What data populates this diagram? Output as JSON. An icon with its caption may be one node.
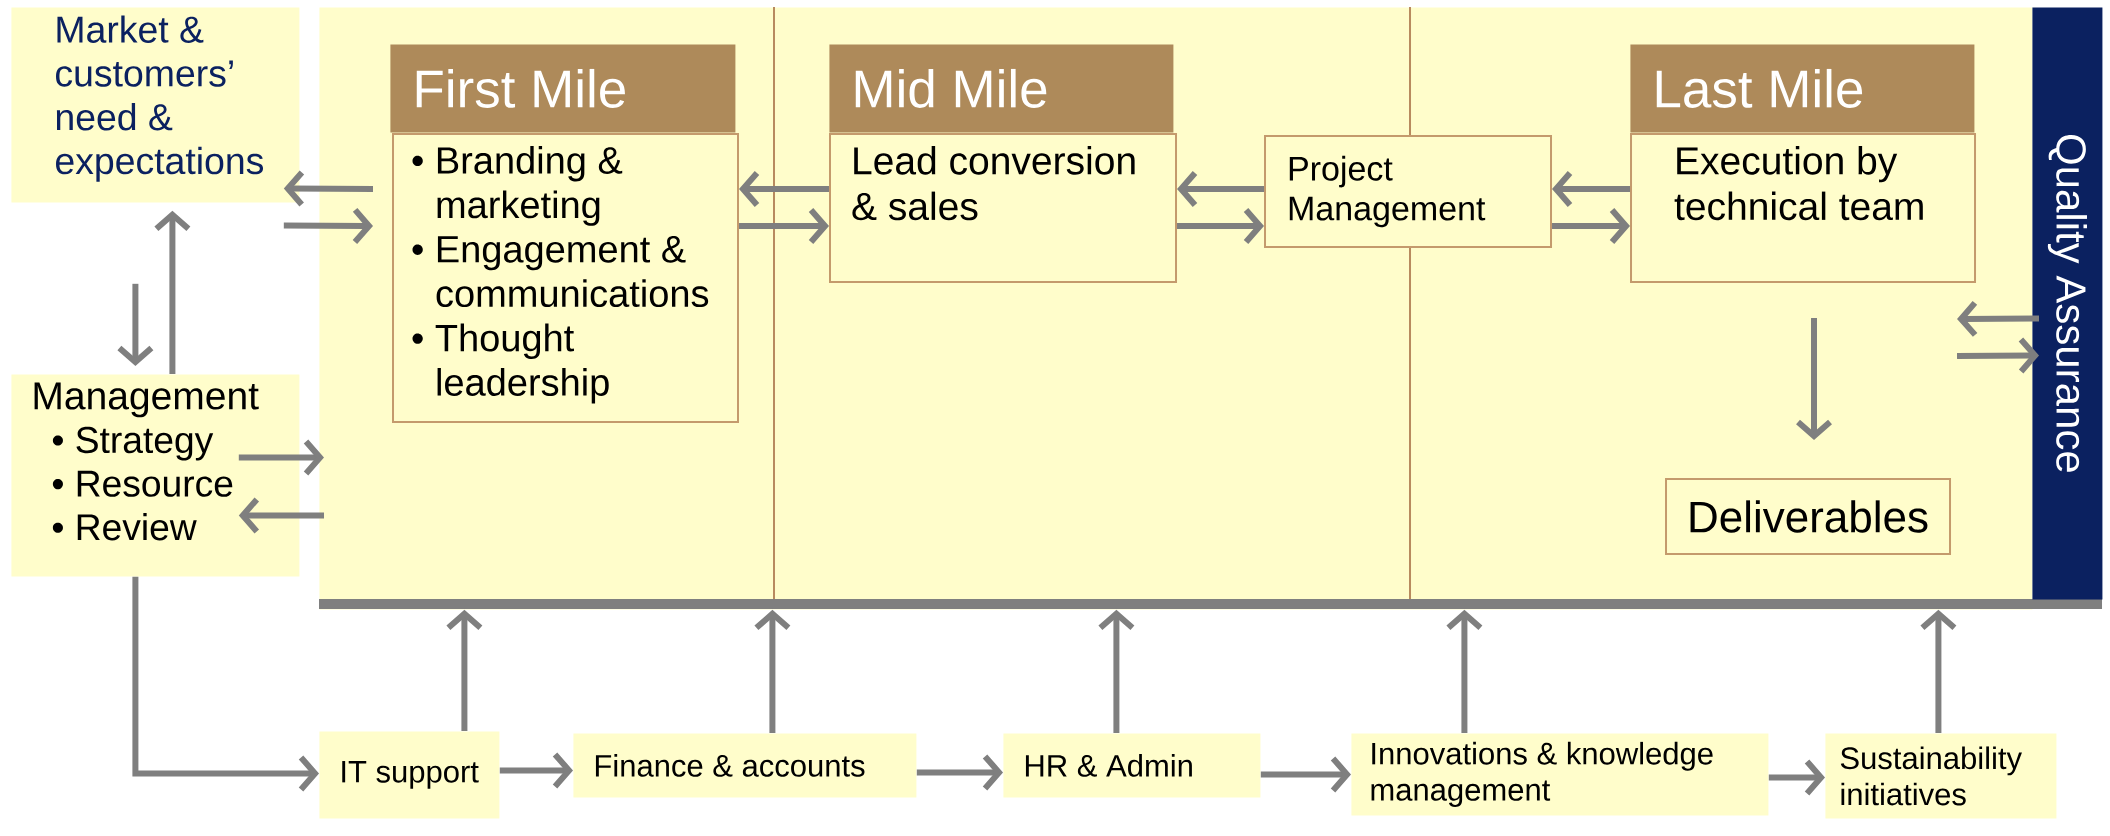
{
  "diagram": {
    "nodes": [
      {
        "text": [],
        "shape": "box"
      },
      {
        "text": [
          "Market & customers’ need & expectations"
        ]
      },
      {
        "text": [
          "Management",
          "• Strategy",
          "• Resource",
          "• Review"
        ]
      },
      {
        "text": [
          "First Mile"
        ],
        "in": 0
      },
      {
        "text": [
          "• Branding & marketing",
          "• Engagement & communications",
          "• Thought leadership"
        ],
        "in": 0
      },
      {
        "text": [
          "Mid Mile"
        ],
        "in": 0
      },
      {
        "text": [
          "Lead conversion & sales"
        ],
        "in": 0
      },
      {
        "text": [
          "Project Management"
        ],
        "in": 0
      },
      {
        "text": [
          "Last Mile"
        ],
        "in": 0
      },
      {
        "text": [
          "Execution by technical team"
        ],
        "in": 0
      },
      {
        "text": [
          "Deliverables"
        ],
        "in": 0
      },
      {
        "text": [
          "Quality Assurance"
        ]
      },
      {
        "text": [
          "IT support"
        ]
      },
      {
        "text": [
          "Finance & accounts"
        ]
      },
      {
        "text": [
          "HR & Admin"
        ]
      },
      {
        "text": [
          "Innovations & knowledge management"
        ]
      },
      {
        "text": [
          "Sustainability initiatives"
        ]
      }
    ],
    "edges": [
      {
        "from": 4,
        "to": 1,
        "arrow": "to"
      },
      {
        "from": 1,
        "to": 4,
        "arrow": "to"
      },
      {
        "from": 1,
        "to": 2,
        "arrow": "to"
      },
      {
        "from": 2,
        "to": 1,
        "arrow": "to"
      },
      {
        "from": 2,
        "to": 0,
        "arrow": "to"
      },
      {
        "from": 0,
        "to": 2,
        "arrow": "to"
      },
      {
        "from": 6,
        "to": 4,
        "arrow": "to"
      },
      {
        "from": 4,
        "to": 6,
        "arrow": "to"
      },
      {
        "from": 7,
        "to": 6,
        "arrow": "to"
      },
      {
        "from": 6,
        "to": 7,
        "arrow": "to"
      },
      {
        "from": 9,
        "to": 7,
        "arrow": "to"
      },
      {
        "from": 7,
        "to": 9,
        "arrow": "to"
      },
      {
        "from": 9,
        "to": 10,
        "arrow": "to"
      },
      {
        "from": 9,
        "to": 11,
        "arrow": "to"
      },
      {
        "from": 11,
        "to": 9,
        "arrow": "to"
      },
      {
        "from": 2,
        "to": 12,
        "arrow": "to"
      },
      {
        "from": 12,
        "to": 13,
        "arrow": "to"
      },
      {
        "from": 13,
        "to": 14,
        "arrow": "to"
      },
      {
        "from": 14,
        "to": 15,
        "arrow": "to"
      },
      {
        "from": 15,
        "to": 16,
        "arrow": "to"
      },
      {
        "from": 12,
        "to": 0,
        "arrow": "to"
      },
      {
        "from": 13,
        "to": 0,
        "arrow": "to"
      },
      {
        "from": 14,
        "to": 0,
        "arrow": "to"
      },
      {
        "from": 15,
        "to": 0,
        "arrow": "to"
      },
      {
        "from": 16,
        "to": 0,
        "arrow": "to"
      }
    ]
  }
}
